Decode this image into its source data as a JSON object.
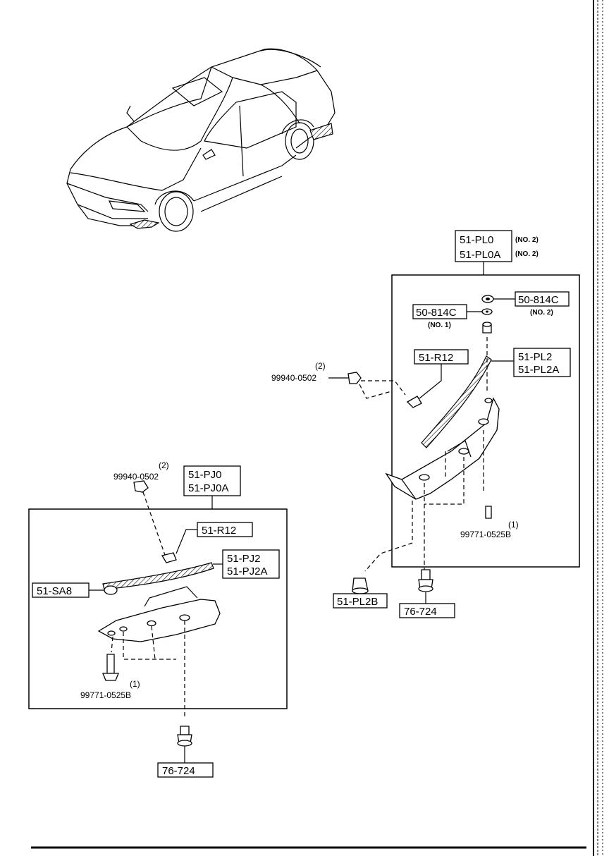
{
  "callouts": {
    "pl0": "51-PL0",
    "pl0_note": "(NO. 2)",
    "pl0a": "51-PL0A",
    "pl0a_note": "(NO. 2)",
    "c814_right": "50-814C",
    "c814_right_note": "(NO. 2)",
    "c814_left": "50-814C",
    "c814_left_note": "(NO. 1)",
    "r12_right": "51-R12",
    "pl2": "51-PL2",
    "pl2a": "51-PL2A",
    "clip_right_qty": "(2)",
    "clip_right_pn": "99940-0502",
    "screw_right_qty": "(1)",
    "screw_right_pn": "99771-0525B",
    "pl2b": "51-PL2B",
    "bolt_right": "76-724",
    "clip_left_qty": "(2)",
    "clip_left_pn": "99940-0502",
    "pj0": "51-PJ0",
    "pj0a": "51-PJ0A",
    "r12_left": "51-R12",
    "pj2": "51-PJ2",
    "pj2a": "51-PJ2A",
    "sa8": "51-SA8",
    "screw_left_qty": "(1)",
    "screw_left_pn": "99771-0525B",
    "bolt_left": "76-724"
  }
}
